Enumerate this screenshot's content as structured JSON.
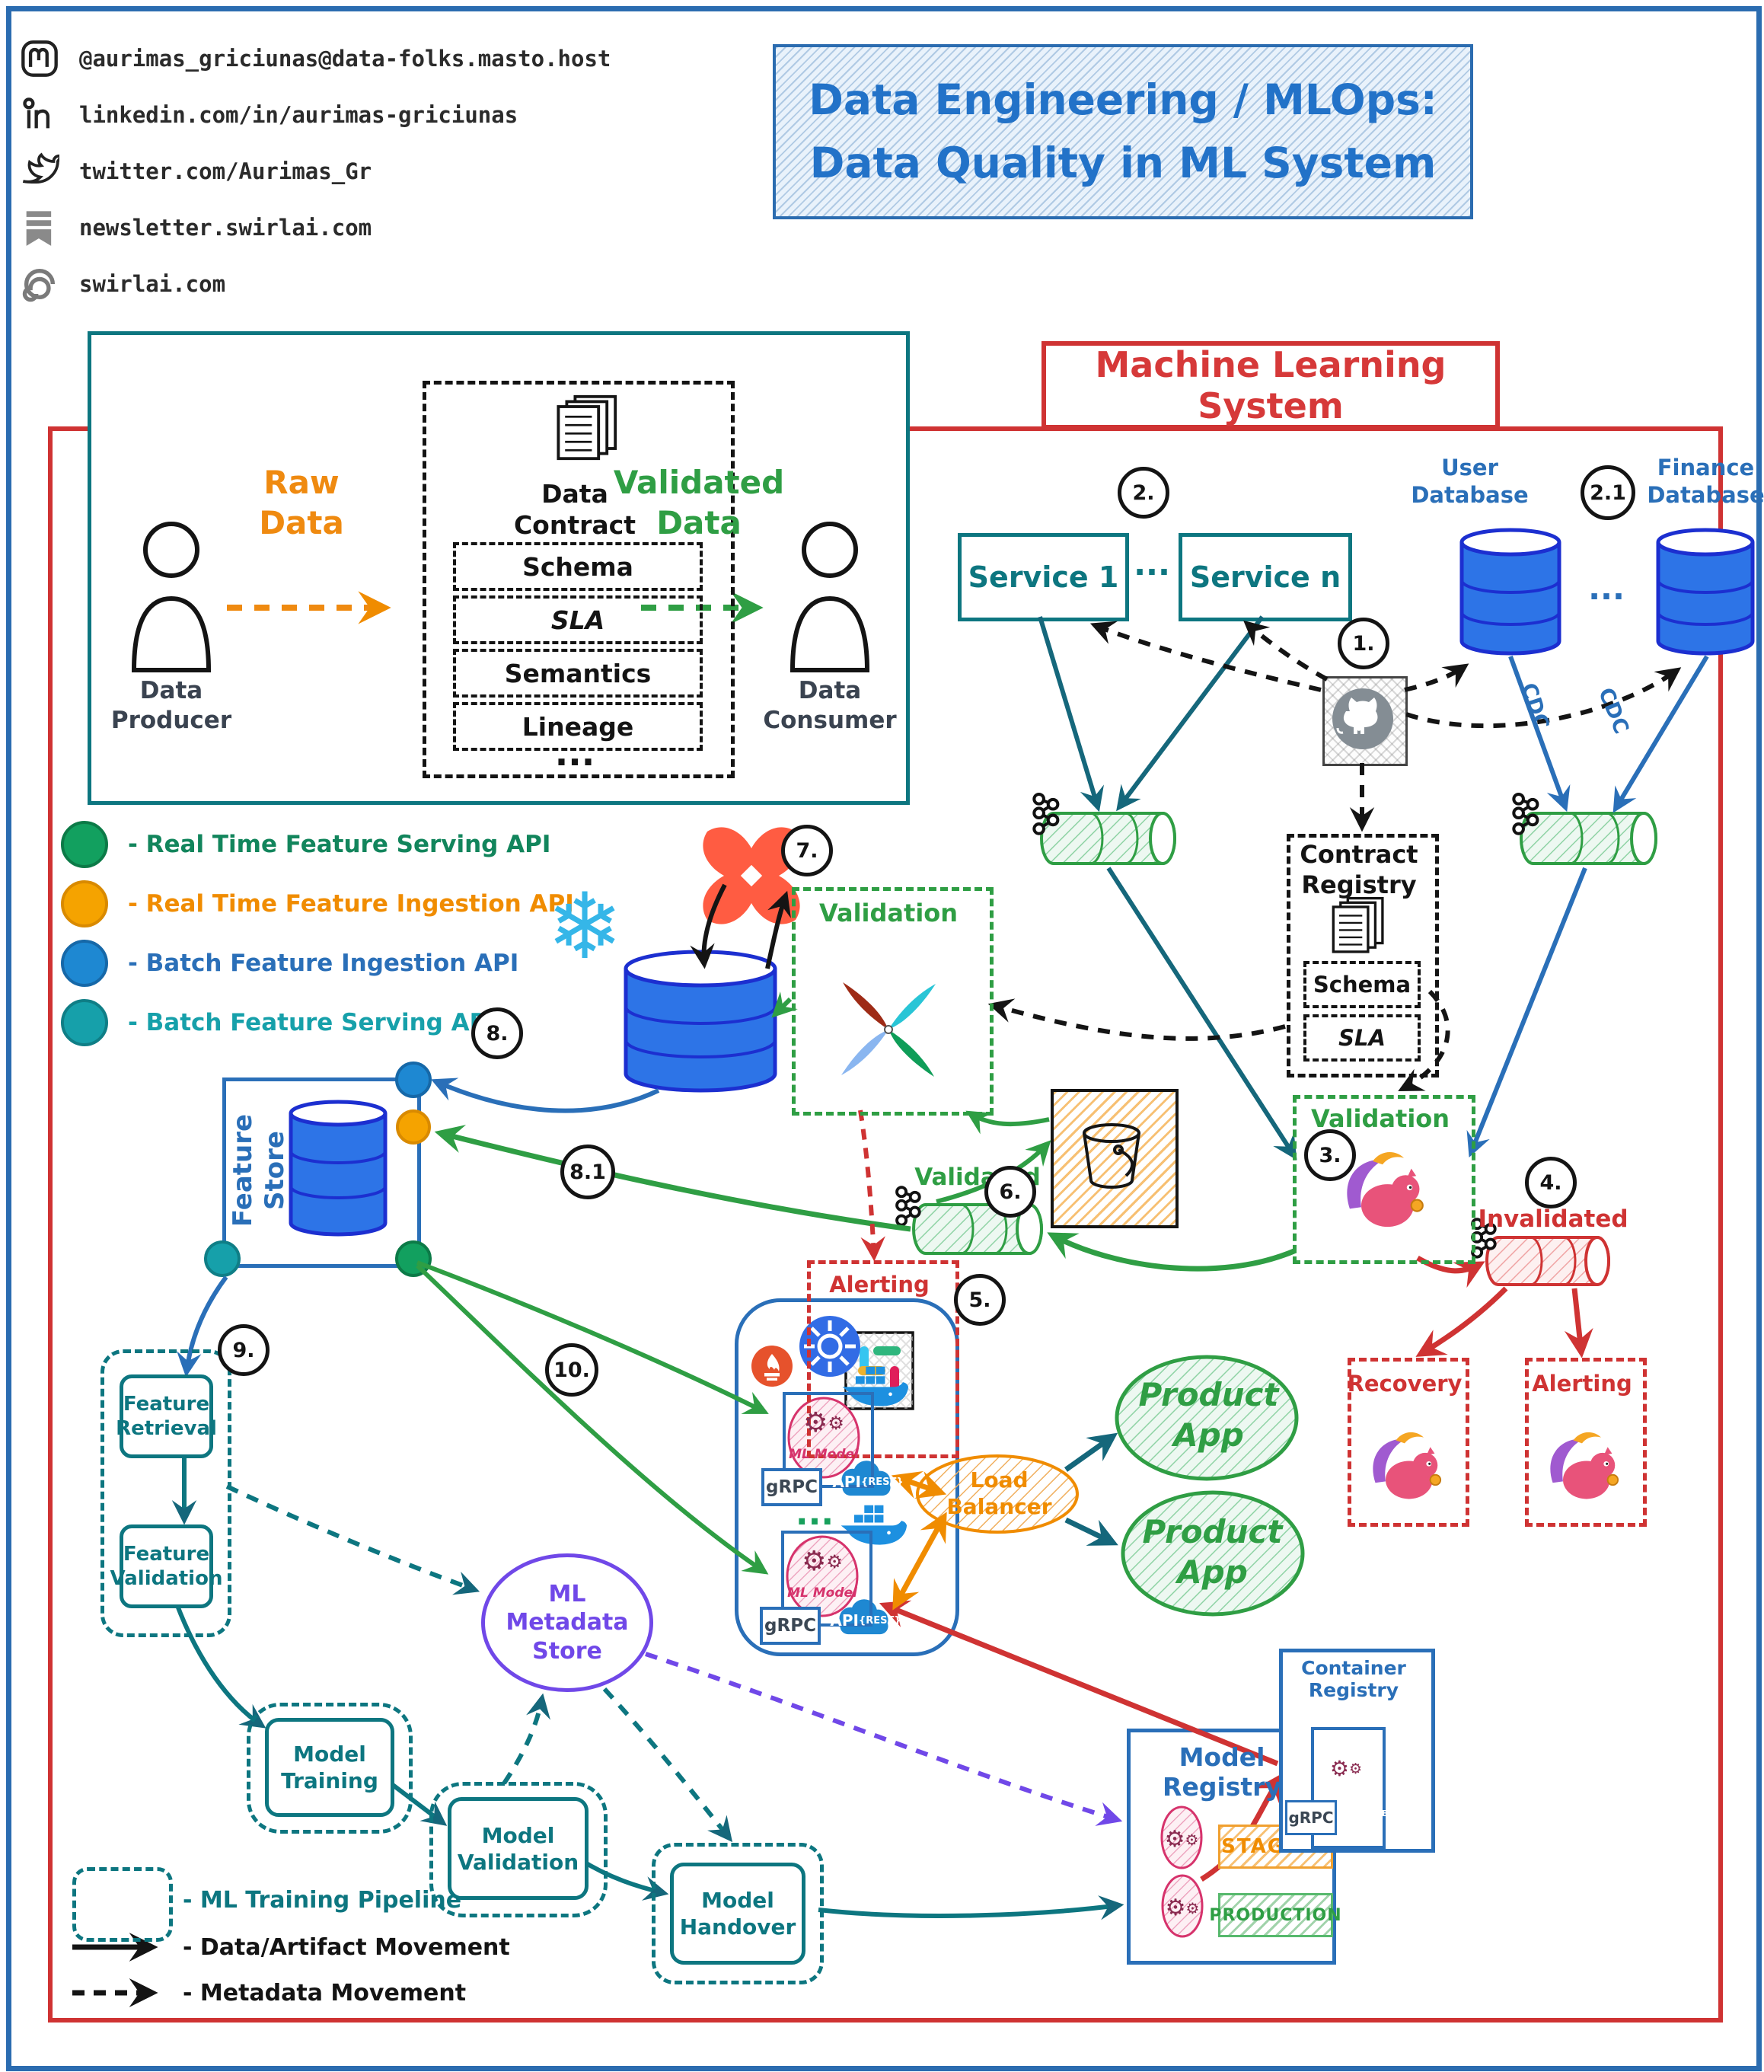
{
  "social": {
    "items": [
      {
        "icon": "mastodon-icon",
        "label": "@aurimas_griciunas@data-folks.masto.host"
      },
      {
        "icon": "linkedin-icon",
        "label": "linkedin.com/in/aurimas-griciunas"
      },
      {
        "icon": "twitter-icon",
        "label": "twitter.com/Aurimas_Gr"
      },
      {
        "icon": "newsletter-icon",
        "label": "newsletter.swirlai.com"
      },
      {
        "icon": "swirlai-icon",
        "label": "swirlai.com"
      }
    ]
  },
  "title": {
    "line1": "Data Engineering / MLOps:",
    "line2": "Data Quality in ML System"
  },
  "ml_system": {
    "label": "Machine Learning System"
  },
  "api_legend": {
    "items": [
      {
        "color": "#12a05f",
        "label": "- Real Time Feature Serving API"
      },
      {
        "color": "#f5a300",
        "label": "- Real Time Feature Ingestion API"
      },
      {
        "color": "#1e88d2",
        "label": "- Batch Feature Ingestion API"
      },
      {
        "color": "#16a0aa",
        "label": "- Batch Feature Serving API"
      }
    ]
  },
  "contract_panel": {
    "producer_l1": "Data",
    "producer_l2": "Producer",
    "raw_l1": "Raw",
    "raw_l2": "Data",
    "contract_l1": "Data",
    "contract_l2": "Contract",
    "items": {
      "schema": "Schema",
      "sla": "SLA",
      "semantics": "Semantics",
      "lineage": "Lineage",
      "more": "..."
    },
    "validated_l1": "Validated",
    "validated_l2": "Data",
    "consumer_l1": "Data",
    "consumer_l2": "Consumer"
  },
  "services": {
    "service1": "Service 1",
    "dots": "...",
    "servicen": "Service n"
  },
  "databases": {
    "user_l1": "User",
    "user_l2": "Database",
    "finance_l1": "Finance",
    "finance_l2": "Database",
    "dots": "...",
    "cdc": "CDC"
  },
  "contract_registry": {
    "title_l1": "Contract",
    "title_l2": "Registry",
    "schema": "Schema",
    "sla": "SLA"
  },
  "steps": {
    "n1": "1.",
    "n2": "2.",
    "n21": "2.1",
    "n3": "3.",
    "n4": "4.",
    "n5": "5.",
    "n6": "6.",
    "n7": "7.",
    "n8": "8.",
    "n81": "8.1",
    "n9": "9.",
    "n10": "10."
  },
  "stream": {
    "validation": "Validation",
    "validated": "Validated",
    "invalidated": "Invalidated",
    "recovery": "Recovery",
    "alerting": "Alerting"
  },
  "batch": {
    "validation": "Validation",
    "alerting": "Alerting"
  },
  "feature_store": {
    "l1": "Feature",
    "l2": "Store"
  },
  "pipeline": {
    "fr_l1": "Feature",
    "fr_l2": "Retrieval",
    "fv_l1": "Feature",
    "fv_l2": "Validation",
    "mt_l1": "Model",
    "mt_l2": "Training",
    "mv_l1": "Model",
    "mv_l2": "Validation",
    "mh_l1": "Model",
    "mh_l2": "Handover"
  },
  "metadata_store": {
    "l1": "ML",
    "l2": "Metadata",
    "l3": "Store"
  },
  "serving": {
    "ml_model": "ML Model",
    "grpc": "gRPC",
    "api": "API",
    "rest": "{REST}",
    "dots": "...",
    "lb_l1": "Load",
    "lb_l2": "Balancer",
    "app_l1": "Product",
    "app_l2": "App"
  },
  "registries": {
    "model": "Model Registry",
    "container": "Container Registry",
    "staging": "STAGING",
    "production": "PRODUCTION"
  },
  "diagram_legend": {
    "pipeline": "- ML Training Pipeline",
    "artifact": "- Data/Artifact Movement",
    "metadata": "- Metadata Movement"
  },
  "icons": {
    "gear": "⚙",
    "snowflake": "❄"
  },
  "colors": {
    "teal": "#0d7680",
    "flow_teal": "#15677b",
    "blue": "#2a6fb8",
    "royal_blue": "#2d74e7",
    "green": "#2f9e44",
    "red": "#cf3333",
    "orange": "#f08c00",
    "purple": "#7048e8",
    "title_blue": "#2272c8"
  }
}
